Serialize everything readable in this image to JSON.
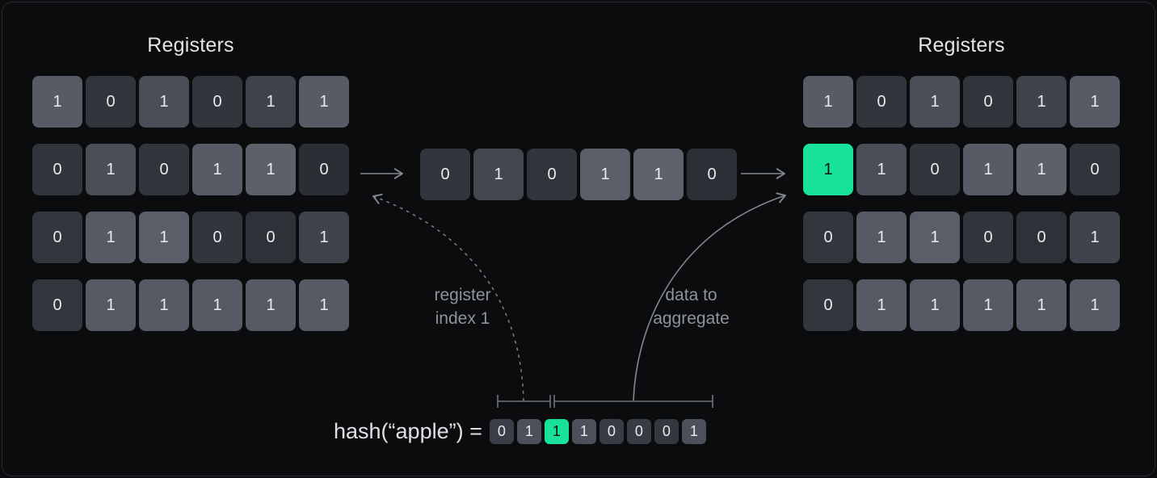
{
  "left": {
    "title": "Registers",
    "rows": [
      {
        "v": [
          "1",
          "0",
          "1",
          "0",
          "1",
          "1"
        ],
        "bg": [
          "#575b65",
          "#31353c",
          "#4a4e57",
          "#31353c",
          "#3f434b",
          "#575b65"
        ]
      },
      {
        "v": [
          "0",
          "1",
          "0",
          "1",
          "1",
          "0"
        ],
        "bg": [
          "#31353c",
          "#4a4e57",
          "#31353c",
          "#575b65",
          "#5c6069",
          "#2b2e34"
        ]
      },
      {
        "v": [
          "0",
          "1",
          "1",
          "0",
          "0",
          "1"
        ],
        "bg": [
          "#32363d",
          "#565a64",
          "#5a5e68",
          "#31353c",
          "#2e3238",
          "#3f434b"
        ]
      },
      {
        "v": [
          "0",
          "1",
          "1",
          "1",
          "1",
          "1"
        ],
        "bg": [
          "#32363d",
          "#565a64",
          "#565a64",
          "#565a64",
          "#565a64",
          "#565a64"
        ]
      }
    ]
  },
  "middle": {
    "v": [
      "0",
      "1",
      "0",
      "1",
      "1",
      "0"
    ],
    "bg": [
      "#31353c",
      "#43474f",
      "#30343b",
      "#5a5e68",
      "#5e626c",
      "#2c2f36"
    ]
  },
  "right": {
    "title": "Registers",
    "rows": [
      {
        "v": [
          "1",
          "0",
          "1",
          "0",
          "1",
          "1"
        ],
        "bg": [
          "#575b65",
          "#31353c",
          "#4a4e57",
          "#31353c",
          "#3f434b",
          "#575b65"
        ]
      },
      {
        "v": [
          "1",
          "1",
          "0",
          "1",
          "1",
          "0"
        ],
        "bg": [
          "#18e29a",
          "#4a4e57",
          "#31353c",
          "#575b65",
          "#5c6069",
          "#31353c"
        ]
      },
      {
        "v": [
          "0",
          "1",
          "1",
          "0",
          "0",
          "1"
        ],
        "bg": [
          "#32363d",
          "#565a64",
          "#5a5e68",
          "#31353c",
          "#2e3238",
          "#3f434b"
        ]
      },
      {
        "v": [
          "0",
          "1",
          "1",
          "1",
          "1",
          "1"
        ],
        "bg": [
          "#32363d",
          "#565a64",
          "#565a64",
          "#565a64",
          "#565a64",
          "#565a64"
        ]
      }
    ]
  },
  "annotations": {
    "register_index": [
      "register",
      "index 1"
    ],
    "data_aggregate": [
      "data to",
      "aggregate"
    ]
  },
  "hash": {
    "label": "hash(“apple”) =",
    "v": [
      "0",
      "1",
      "1",
      "1",
      "0",
      "0",
      "0",
      "1"
    ],
    "bg": [
      "#3a3e46",
      "#4c505a",
      "#18e29a",
      "#4c505a",
      "#383c44",
      "#383c44",
      "#33373e",
      "#4c505a"
    ]
  },
  "colors": {
    "accent_green": "#18e29a",
    "highlight_cell_text": "#0d0f13",
    "line_gray": "#84888f",
    "dashed_gray": "#767a82",
    "bracket_gray": "#6f737b",
    "panel_background": "#0b0c0e",
    "panel_border": "#26282e"
  }
}
